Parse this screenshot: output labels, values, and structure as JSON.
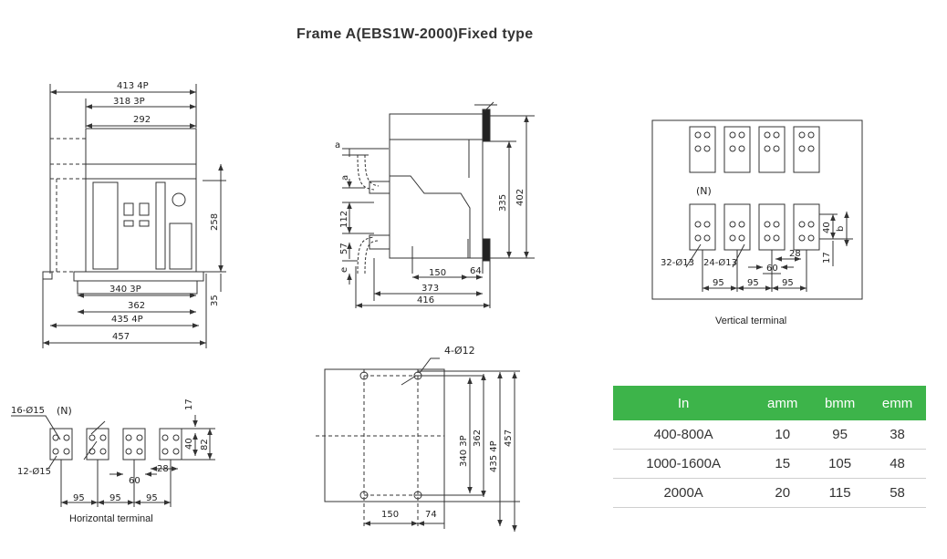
{
  "title": "Frame A(EBS1W-2000)Fixed type",
  "front_view": {
    "dim_413_4p": "413  4P",
    "dim_318_3p": "318  3P",
    "dim_292": "292",
    "dim_258": "258",
    "dim_340_3p": "340  3P",
    "dim_362": "362",
    "dim_435_4p": "435  4P",
    "dim_457": "457",
    "dim_35": "35"
  },
  "side_view": {
    "label_a_top": "a",
    "label_a": "a",
    "dim_112": "112",
    "dim_57": "57",
    "label_e": "e",
    "dim_335": "335",
    "dim_402": "402",
    "dim_150": "150",
    "dim_64": "64",
    "dim_373": "373",
    "dim_416": "416"
  },
  "vertical_terminal": {
    "caption": "Vertical terminal",
    "neutral_label": "(N)",
    "hole_32": "32-Ø13",
    "hole_24": "24-Ø13",
    "dim_95_a": "95",
    "dim_95_b": "95",
    "dim_95_c": "95",
    "dim_60": "60",
    "dim_28": "28",
    "dim_40": "40",
    "dim_b": "b",
    "dim_17": "17"
  },
  "horizontal_terminal": {
    "caption": "Horizontal terminal",
    "hole_16": "16-Ø15",
    "neutral_label": "(N)",
    "hole_12": "12-Ø15",
    "dim_17": "17",
    "dim_40": "40",
    "dim_82": "82",
    "dim_60": "60",
    "dim_28": "28",
    "dim_95_a": "95",
    "dim_95_b": "95",
    "dim_95_c": "95"
  },
  "mounting_plate": {
    "hole_label": "4-Ø12",
    "dim_340_3p": "340  3P",
    "dim_362": "362",
    "dim_435_4p": "435  4P",
    "dim_457": "457",
    "dim_150": "150",
    "dim_74": "74"
  },
  "spec_table": {
    "header_color": "#3db44a",
    "columns": [
      "In",
      "amm",
      "bmm",
      "emm"
    ],
    "rows": [
      [
        "400-800A",
        "10",
        "95",
        "38"
      ],
      [
        "1000-1600A",
        "15",
        "105",
        "48"
      ],
      [
        "2000A",
        "20",
        "115",
        "58"
      ]
    ]
  }
}
